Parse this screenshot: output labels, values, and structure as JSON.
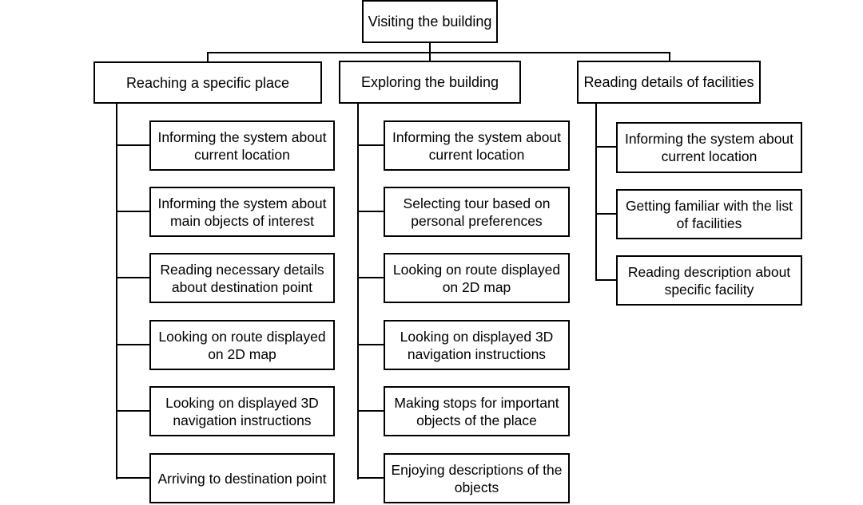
{
  "root": {
    "label": "Visiting the building"
  },
  "categories": [
    {
      "label": "Reaching a specific place",
      "steps": [
        "Informing the system about\ncurrent location",
        "Informing the system about\nmain objects of interest",
        "Reading necessary details\nabout destination point",
        "Looking on route displayed\non 2D map",
        "Looking on displayed 3D\nnavigation instructions",
        "Arriving to destination point"
      ]
    },
    {
      "label": "Exploring the building",
      "steps": [
        "Informing the system about\ncurrent location",
        "Selecting tour based on\npersonal preferences",
        "Looking on route displayed\non 2D map",
        "Looking on displayed 3D\nnavigation instructions",
        "Making stops for important\nobjects of the place",
        "Enjoying descriptions of the\nobjects"
      ]
    },
    {
      "label": "Reading details of facilities",
      "steps": [
        "Informing the system about\ncurrent location",
        "Getting familiar with the list\nof facilities",
        "Reading description about\nspecific facility"
      ]
    }
  ]
}
